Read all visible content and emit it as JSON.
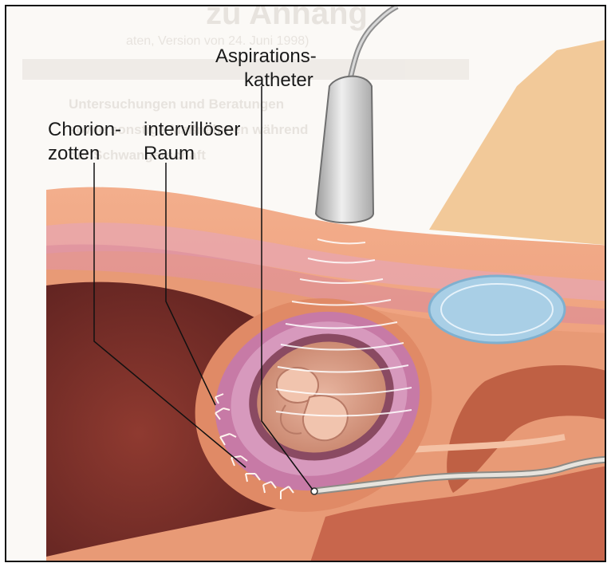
{
  "labels": {
    "aspirationskatheter": [
      "Aspirations-",
      "katheter"
    ],
    "chorionzotten": [
      "Chorion-",
      "zotten"
    ],
    "intervilloeser_raum": [
      "intervillöser",
      "Raum"
    ]
  },
  "background_text": {
    "title_fragment": "zu Anhang",
    "subtitle": "aten, Version von 24. Juni 1998)",
    "lines": [
      "Untersuchungen und Beratungen",
      "sowie sonstige Maßnahmen während",
      "der Schwangerschaft"
    ]
  },
  "colors": {
    "skin": "#f0a27e",
    "tissue": "#d88066",
    "uterus_dark": "#7a2e2a",
    "membrane": "#b46aa8",
    "bladder": "#a9cfe6",
    "probe": "#c9c9c9",
    "catheter": "#d9d6d0"
  }
}
